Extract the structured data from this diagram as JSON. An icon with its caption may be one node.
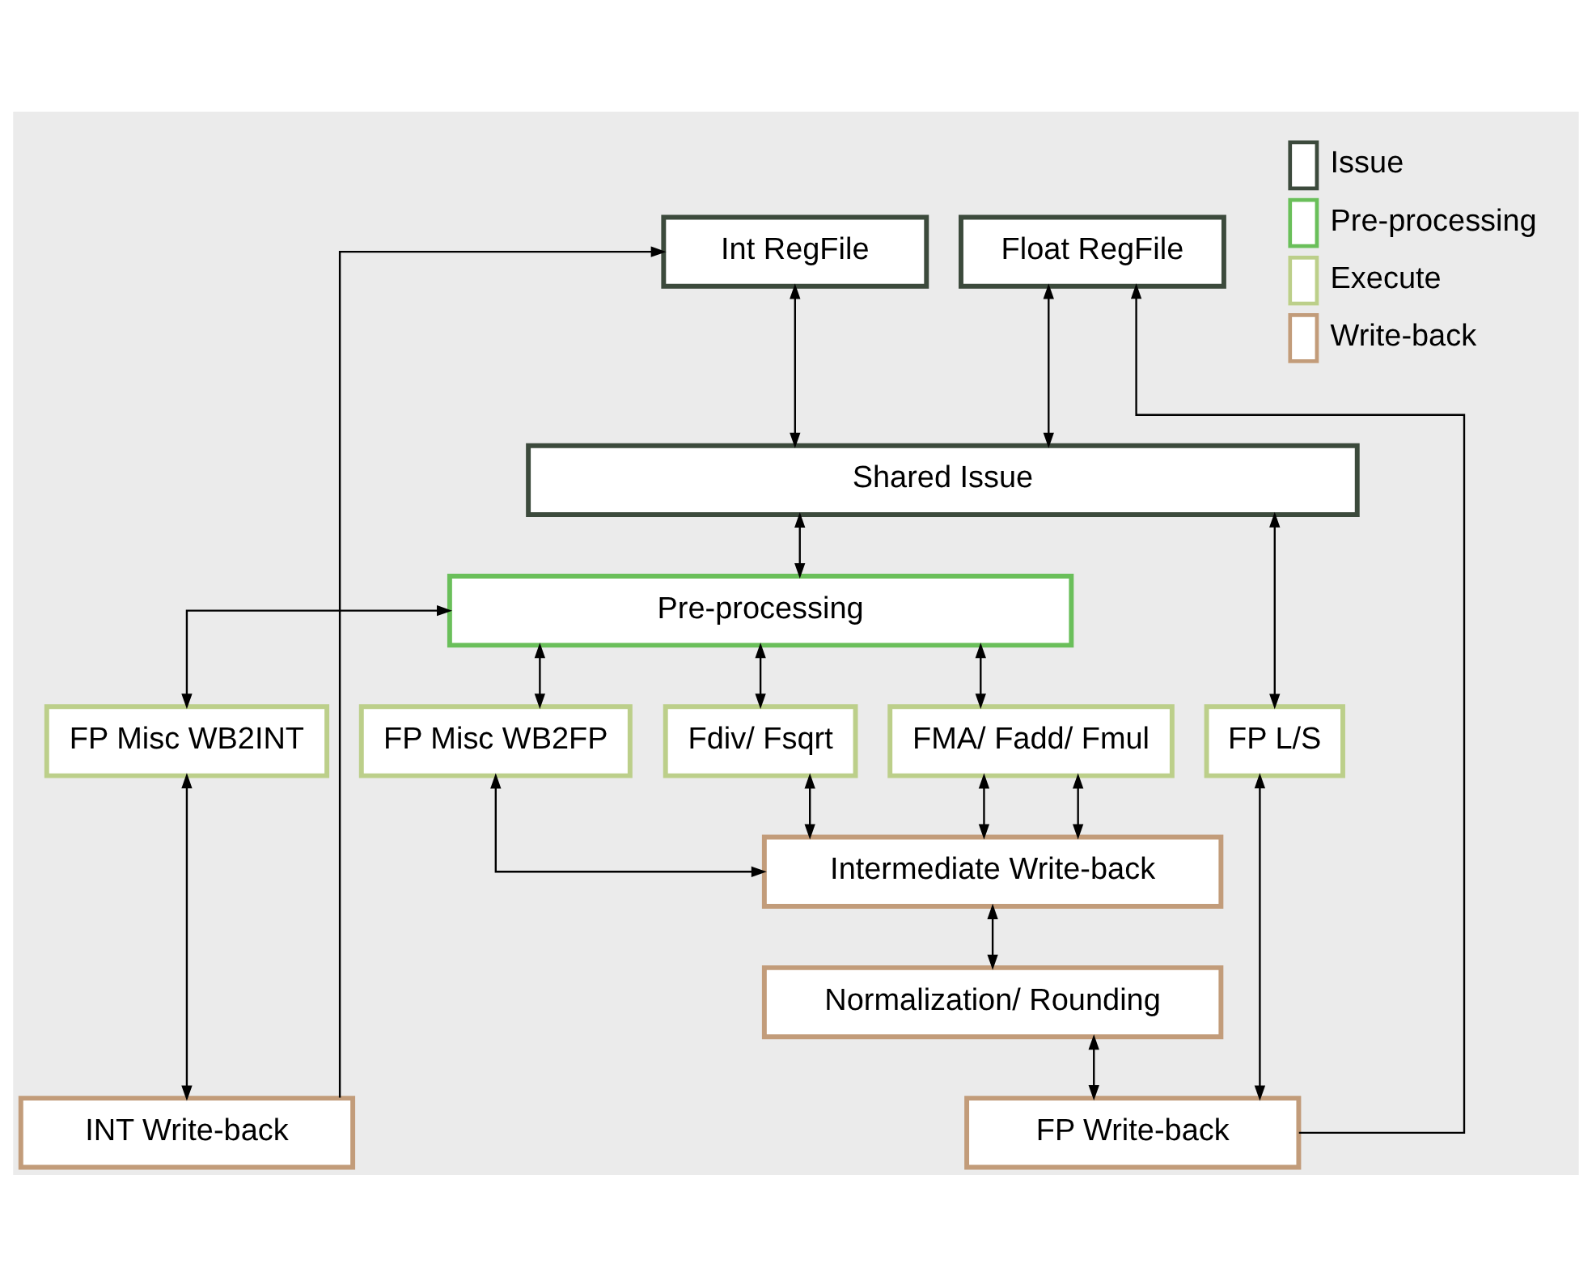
{
  "diagram": {
    "nodes": [
      {
        "text": [
          "Int RegFile"
        ]
      },
      {
        "text": [
          "Float RegFile"
        ]
      },
      {
        "text": [
          "Shared Issue"
        ]
      },
      {
        "text": [
          "Pre-processing"
        ]
      },
      {
        "text": [
          "FP Misc WB2INT"
        ]
      },
      {
        "text": [
          "FP Misc WB2FP"
        ]
      },
      {
        "text": [
          "Fdiv/ Fsqrt"
        ]
      },
      {
        "text": [
          "FMA/ Fadd/ Fmul"
        ]
      },
      {
        "text": [
          "FP L/S"
        ]
      },
      {
        "text": [
          "Intermediate Write-back"
        ]
      },
      {
        "text": [
          "Normalization/ Rounding"
        ]
      },
      {
        "text": [
          "INT Write-back"
        ]
      },
      {
        "text": [
          "FP Write-back"
        ]
      }
    ],
    "edges": [
      {
        "from": 0,
        "to": 2,
        "arrow": "both"
      },
      {
        "from": 1,
        "to": 2,
        "arrow": "both"
      },
      {
        "from": 2,
        "to": 3,
        "arrow": "both"
      },
      {
        "from": 2,
        "to": 8,
        "arrow": "both"
      },
      {
        "from": 3,
        "to": 4,
        "arrow": "both"
      },
      {
        "from": 3,
        "to": 5,
        "arrow": "both"
      },
      {
        "from": 3,
        "to": 6,
        "arrow": "both"
      },
      {
        "from": 3,
        "to": 7,
        "arrow": "both"
      },
      {
        "from": 5,
        "to": 9,
        "arrow": "both"
      },
      {
        "from": 6,
        "to": 9,
        "arrow": "both"
      },
      {
        "from": 7,
        "to": 9,
        "arrow": "both"
      },
      {
        "from": 7,
        "to": 9,
        "arrow": "both"
      },
      {
        "from": 9,
        "to": 10,
        "arrow": "both"
      },
      {
        "from": 4,
        "to": 11,
        "arrow": "both"
      },
      {
        "from": 10,
        "to": 12,
        "arrow": "both"
      },
      {
        "from": 8,
        "to": 12,
        "arrow": "both"
      },
      {
        "from": 11,
        "to": 0,
        "arrow": "to"
      },
      {
        "from": 12,
        "to": 1,
        "arrow": "to"
      }
    ],
    "legend": [
      {
        "text": "Issue",
        "color": "#3c4a3c"
      },
      {
        "text": "Pre-processing",
        "color": "#6abf5a"
      },
      {
        "text": "Execute",
        "color": "#bccf8a"
      },
      {
        "text": "Write-back",
        "color": "#c29c7a"
      }
    ]
  }
}
